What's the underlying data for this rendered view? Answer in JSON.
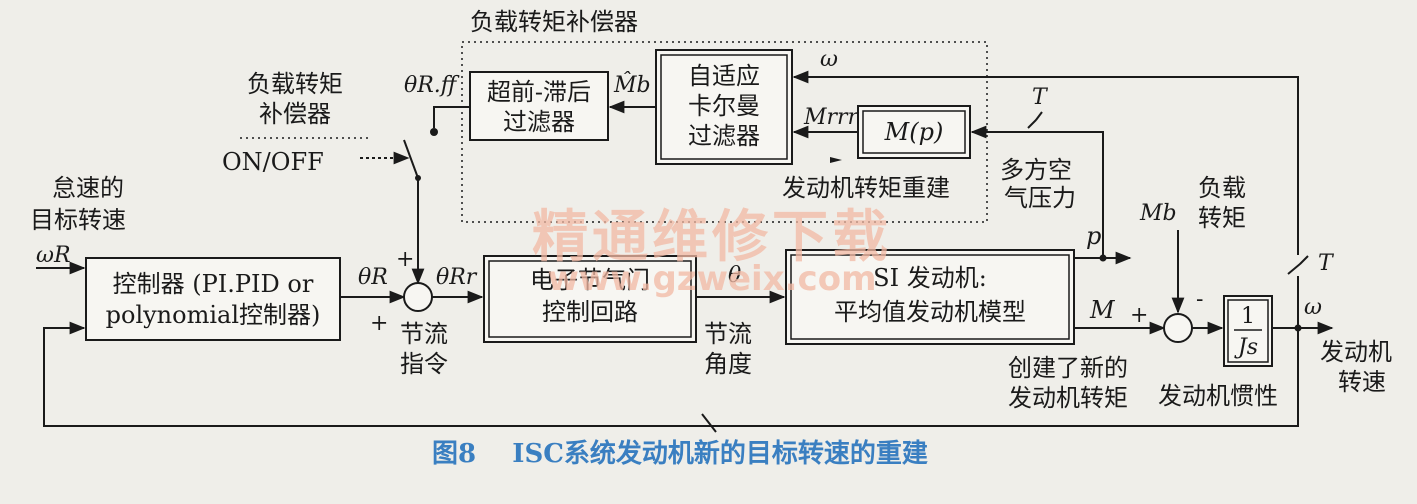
{
  "diagram": {
    "load_comp_box_title": "负载转矩补偿器",
    "load_comp_switch_label_line1": "负载转矩",
    "load_comp_switch_label_line2": "补偿器",
    "on_off": "ON/OFF",
    "theta_r_ff": "θR.ff",
    "idle_target_line1": "怠速的",
    "idle_target_line2": "目标转速",
    "omega_r": "ωR",
    "controller_line1": "控制器 (PI.PID or",
    "controller_line2": "polynomial控制器)",
    "theta_r": "θR",
    "theta_rr": "θRr",
    "plus_top": "+",
    "plus_bottom": "+",
    "throttle_cmd_line1": "节流",
    "throttle_cmd_line2": "指令",
    "lead_lag_line1": "超前-滞后",
    "lead_lag_line2": "过滤器",
    "mb_hat": "M̂b",
    "kalman_line1": "自适应",
    "kalman_line2": "卡尔曼",
    "kalman_line3": "过滤器",
    "m_rrr": "Mrrr",
    "m_p": "M(p)",
    "torque_recon": "发动机转矩重建",
    "omega_top": "ω",
    "t_top": "T",
    "manifold_line1": "多方空",
    "manifold_line2": "气压力",
    "etc_line1": "电子节气门",
    "etc_line2": "控制回路",
    "theta": "θ",
    "throttle_angle_line1": "节流",
    "throttle_angle_line2": "角度",
    "si_engine_line1": "SI 发动机:",
    "si_engine_line2": "平均值发动机模型",
    "p": "p",
    "m": "M",
    "new_torque_line1": "创建了新的",
    "new_torque_line2": "发动机转矩",
    "mb": "Mb",
    "load_torque_line1": "负载",
    "load_torque_line2": "转矩",
    "minus": "-",
    "plus_sum2": "+",
    "inertia_num": "1",
    "inertia_den": "Js",
    "engine_inertia": "发动机惯性",
    "t_right": "T",
    "omega_out": "ω",
    "engine_speed_line1": "发动机",
    "engine_speed_line2": "转速",
    "caption": "图8    ISC系统发动机新的目标转速的重建",
    "watermark_line1": "精通维修下载",
    "watermark_line2": "www.gzweix.com"
  },
  "colors": {
    "background": "#efeee9",
    "line": "#1a1a1a",
    "caption": "#3a7fc1",
    "watermark": "#f2b9a4"
  }
}
